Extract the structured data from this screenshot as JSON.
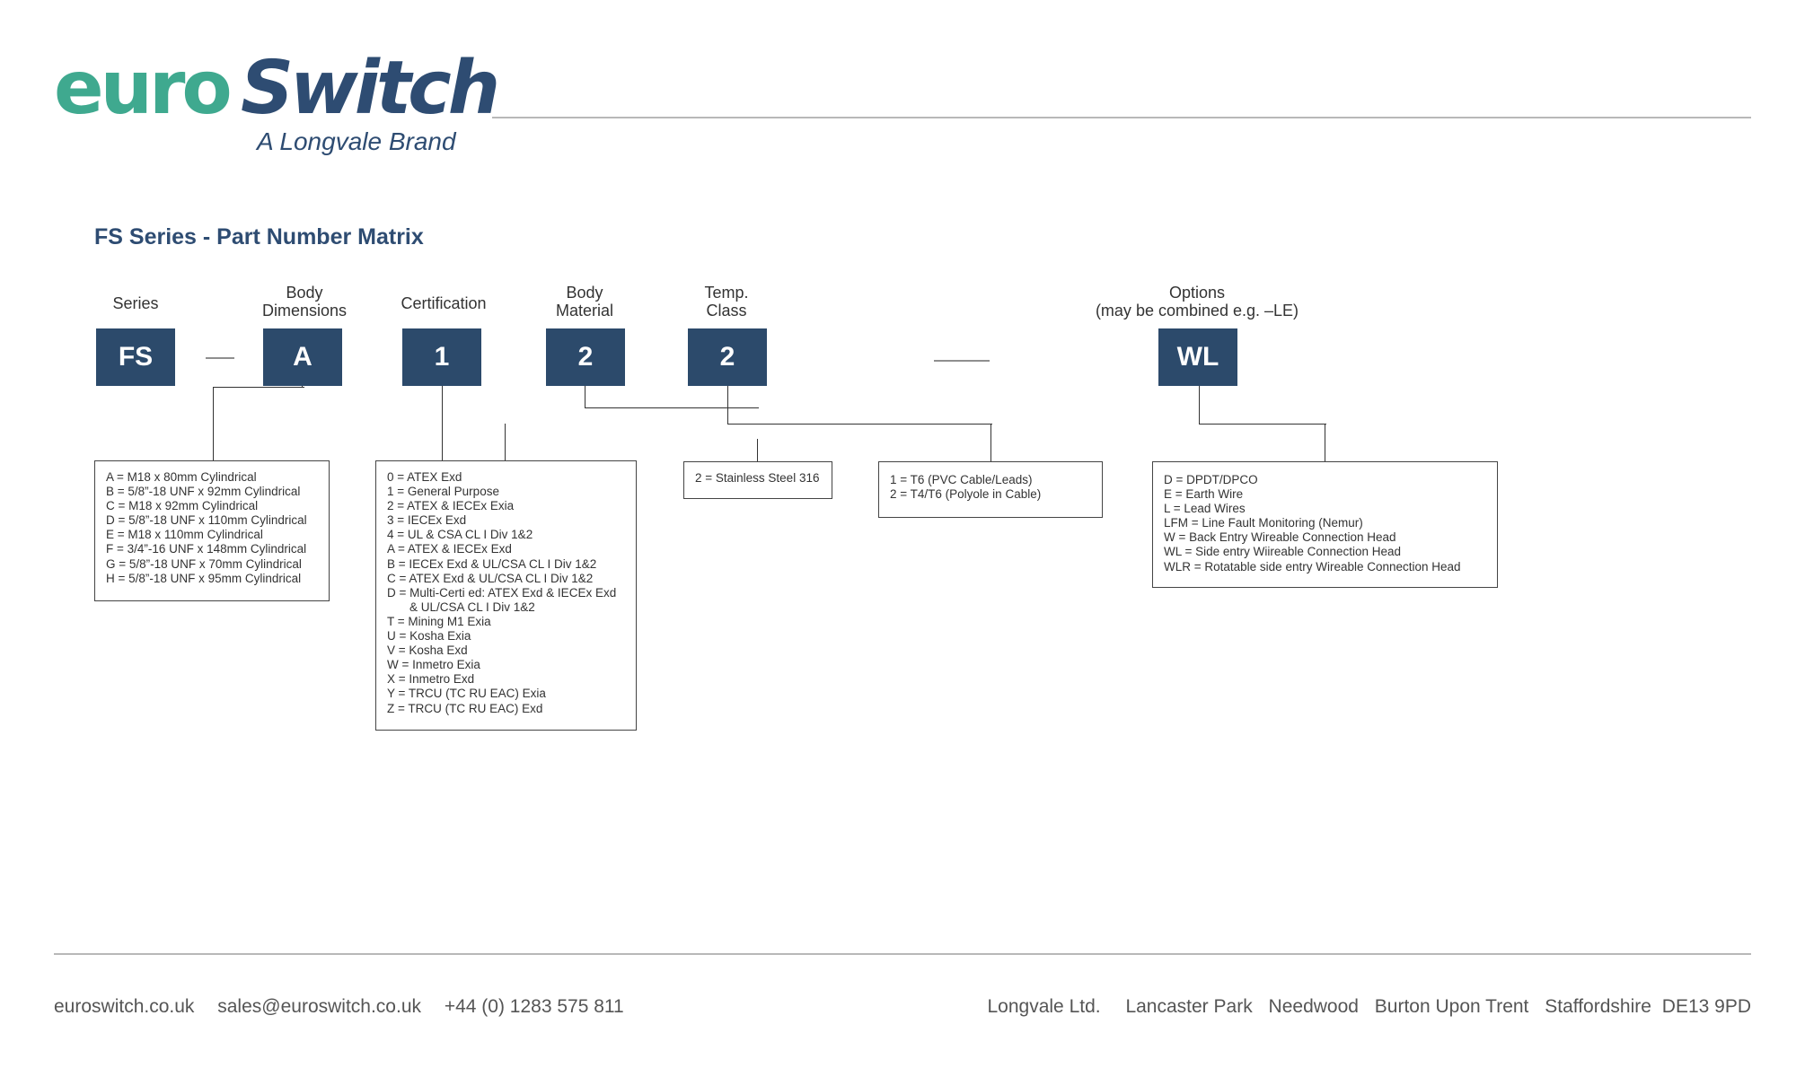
{
  "logo": {
    "euro": "euro",
    "switch": "Switch",
    "brand": "A Longvale Brand",
    "colors": {
      "euro": "#3fa98f",
      "switch": "#2e4c72"
    }
  },
  "title": "FS Series - Part Number Matrix",
  "columns": {
    "series": {
      "label": "Series",
      "code": "FS"
    },
    "body_dimensions": {
      "label_line1": "Body",
      "label_line2": "Dimensions",
      "code": "A"
    },
    "certification": {
      "label": "Certification",
      "code": "1"
    },
    "body_material": {
      "label_line1": "Body",
      "label_line2": "Material",
      "code": "2"
    },
    "temp_class": {
      "label_line1": "Temp.",
      "label_line2": "Class",
      "code": "2"
    },
    "options": {
      "label_line1": "Options",
      "label_line2": "(may be combined e.g. –LE)",
      "code": "WL"
    }
  },
  "legends": {
    "body_dimensions": [
      "A = M18 x 80mm Cylindrical",
      "B = 5/8”-18 UNF x 92mm Cylindrical",
      "C = M18 x 92mm Cylindrical",
      "D = 5/8”-18 UNF x 110mm Cylindrical",
      "E = M18 x 110mm Cylindrical",
      "F = 3/4”-16 UNF x 148mm Cylindrical",
      "G = 5/8”-18 UNF x 70mm Cylindrical",
      "H = 5/8”-18 UNF x 95mm Cylindrical"
    ],
    "certification": [
      "0 = ATEX Exd",
      "1 = General Purpose",
      "2 = ATEX & IECEx Exia",
      "3 = IECEx Exd",
      "4 = UL & CSA CL I Div 1&2",
      "A = ATEX & IECEx Exd",
      "B = IECEx Exd & UL/CSA CL I Div 1&2",
      "C = ATEX Exd & UL/CSA CL I Div 1&2",
      "D = Multi-Certi ed: ATEX Exd & IECEx Exd",
      "& UL/CSA CL I Div 1&2",
      "T = Mining M1 Exia",
      "U = Kosha Exia",
      "V = Kosha Exd",
      "W = Inmetro Exia",
      "X = Inmetro Exd",
      "Y = TRCU (TC RU EAC) Exia",
      "Z = TRCU (TC RU EAC) Exd"
    ],
    "body_material": [
      "2 = Stainless Steel 316"
    ],
    "temp_class": [
      "1 = T6 (PVC Cable/Leads)",
      "2 = T4/T6 (Polyole in Cable)"
    ],
    "options": [
      "D = DPDT/DPCO",
      "E = Earth Wire",
      "L = Lead Wires",
      "LFM = Line Fault Monitoring (Nemur)",
      "W = Back Entry Wireable Connection Head",
      "WL = Side entry Wiireable Connection Head",
      "WLR = Rotatable side entry Wireable Connection Head"
    ]
  },
  "footer": {
    "website": "euroswitch.co.uk",
    "email": "sales@euroswitch.co.uk",
    "phone": "+44 (0) 1283 575 811",
    "company": "Longvale Ltd.",
    "address1": "Lancaster Park",
    "address2": "Needwood",
    "address3": "Burton Upon Trent",
    "address4": "Staffordshire",
    "postcode": "DE13 9PD"
  },
  "colors": {
    "box": "#2c4a6b",
    "title": "#2e4c72"
  }
}
